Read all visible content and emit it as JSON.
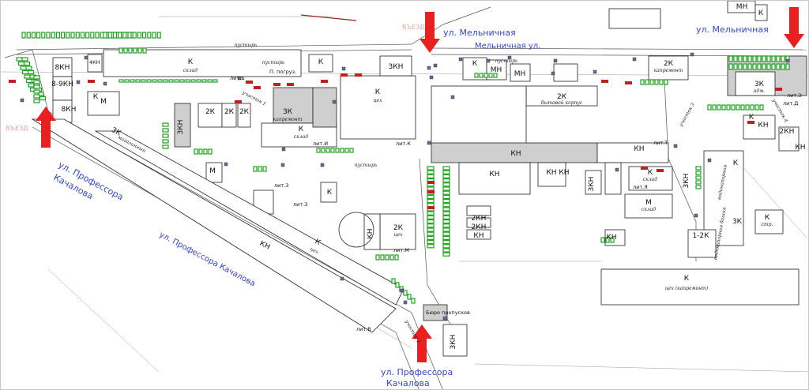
{
  "streets": {
    "top_center": "ул. Мельничная",
    "top_center_small": "Мельничная ул.",
    "top_right": "ул. Мельничная",
    "left_line1": "ул. Профессора",
    "left_line2": "Качалова",
    "diagonal": "ул. Профессора Качалова",
    "bottom_line1": "ул. Профессора",
    "bottom_line2": "Качалова"
  },
  "entries": {
    "top": "ВЪЕЗД",
    "left": "ВЪЕЗД"
  },
  "buildings": {
    "b8kn": "8КН",
    "b89kn": "8-9КН",
    "b8kn2": "8КН",
    "b4kn": "4КН",
    "k_sklad": "К",
    "sklad": "склад",
    "k_left": "К",
    "m_left": "М",
    "zk_diag": "3К",
    "magazin": "магазинный",
    "zkn_a": "3КН",
    "k_a": "К",
    "k_masl": "К",
    "mn_a": "МН",
    "mn_b": "МН",
    "k_ceh": "К",
    "ceh": "цех",
    "zkn_left": "3КН",
    "k2_a": "2К",
    "k2_b": "2К",
    "k2_c": "2К",
    "zk_kapr": "3К",
    "kapremont": "капремонт",
    "k_sklad2": "К",
    "sklad2": "склад",
    "bytovoi2k": "2К",
    "bytovoi": "бытовой корпус",
    "k2_kapr": "2К",
    "kapremont2": "капремонт",
    "mn_tr": "МН",
    "k_tr": "К",
    "zk_r": "3К",
    "adm": "адм.",
    "kn_mid": "КН",
    "kn_r1": "КН",
    "kn_r2": "КН",
    "kn_m1": "КН",
    "kn_m2": "КН",
    "zkn_m": "3КН",
    "zkn_m2": "3КН",
    "k_sklad3": "К",
    "sklad3": "склад",
    "m_sklad": "М",
    "sklad4": "склад",
    "k_mid2": "К",
    "kn_b1": "КН",
    "k2_ceh": "2К",
    "ceh2": "цех",
    "kn2_a": "2КН",
    "kn2_b": "2КН",
    "kn_c": "КН",
    "kn_long": "КН",
    "k_long": "К",
    "ceh_long": "цех",
    "k_vert": "К",
    "zk_vert": "3К",
    "k12": "1-2К",
    "k_str": "К",
    "str": "стр.",
    "kn_rr": "КН",
    "kn2_rr": "2КН",
    "kn_far": "КН",
    "k_mid3": "К",
    "k_bottom": "К",
    "ceh_kapr": "цех (капремонт)",
    "zkn_bottom": "3КН",
    "kpp": "Бюро пропусков",
    "m_small": "М",
    "kn_gate": "КН"
  },
  "lit_labels": {
    "lit_b": "лит.Б",
    "lit_i": "лит.И",
    "lit_k": "лит.К",
    "lit_t": "лит.Т",
    "lit_z": "лит.З",
    "lit_z2": "лит.З",
    "lit_ya": "лит.Я",
    "lit_v": "лит.В",
    "lit_m": "лит.М",
    "lit_e": "лит.Э",
    "lit_d": "лит.Д"
  },
  "small_notes": {
    "pustyr1": "пустырь",
    "pustyr2": "пустырь",
    "pustyr3": "пустырь",
    "pustyr4": "пустырь",
    "pogruz": "П. погруз.",
    "uchastok1": "участок 1",
    "uchastok2": "участок 2",
    "uchastok3": "участок 3",
    "uchastok4": "участок 4",
    "vodonapor": "водонапорная",
    "vodonapor2": "водонапорная башня"
  },
  "colors": {
    "parking_green": "#1fa01f",
    "car_red": "#c41f1f",
    "arrow_red": "#e82020",
    "street_blue": "#3548c8",
    "entry_pink": "#e8a4a4",
    "building_gray": "#cfcfcf"
  }
}
